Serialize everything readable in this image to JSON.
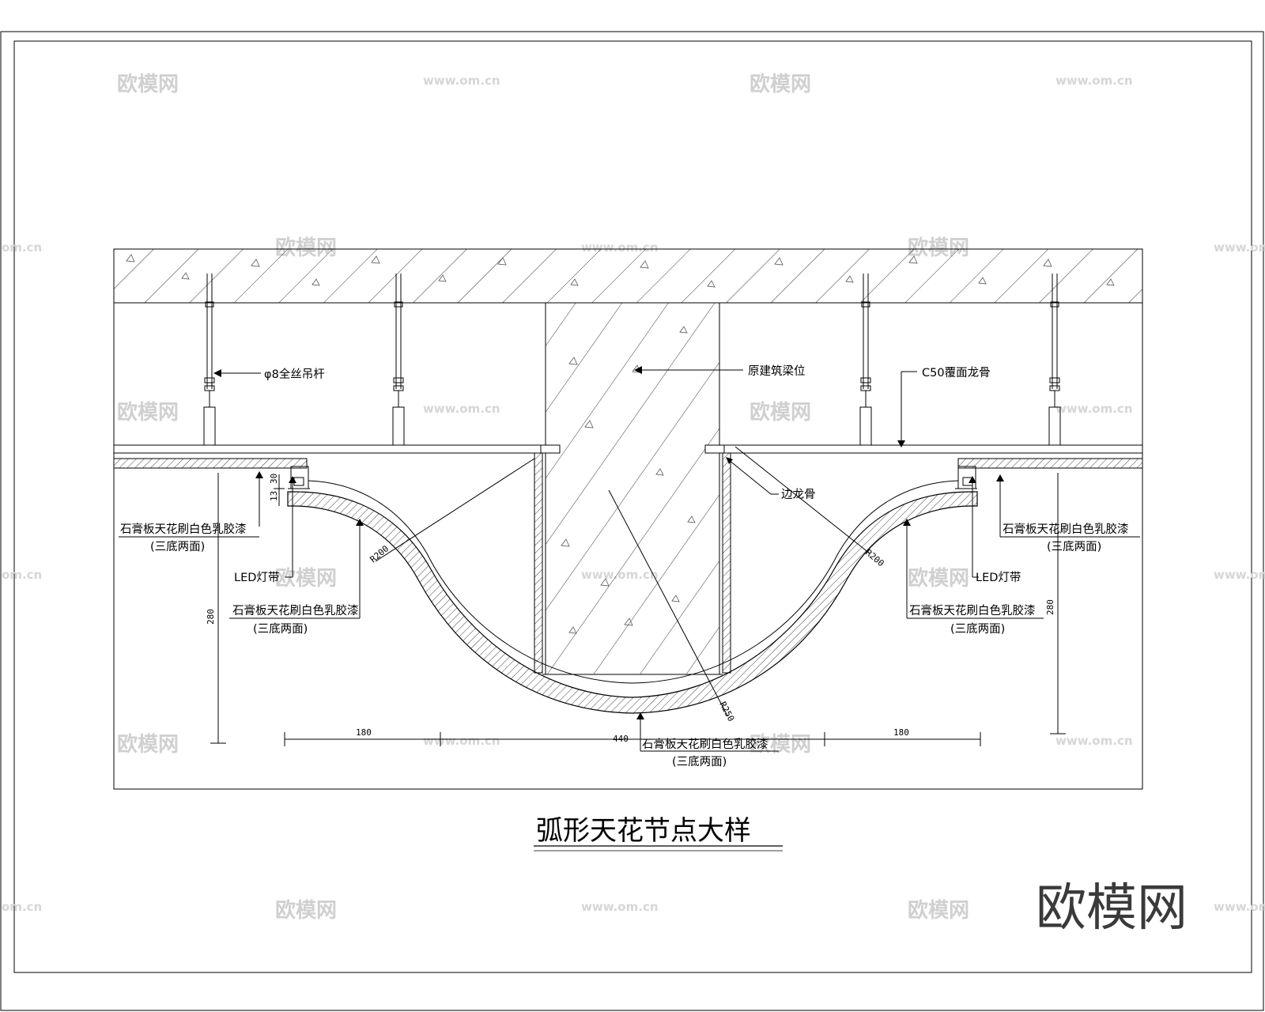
{
  "drawing": {
    "title": "弧形天花节点大样",
    "labels": {
      "rod": "φ8全丝吊杆",
      "beam": "原建筑梁位",
      "keel": "C50覆面龙骨",
      "edge_keel": "边龙骨",
      "left_top_board": "石膏板天花刷白色乳胶漆",
      "left_top_board_note": "(三底两面)",
      "left_led": "LED灯带",
      "left_curve_board": "石膏板天花刷白色乳胶漆",
      "left_curve_board_note": "(三底两面)",
      "right_top_board": "石膏板天花刷白色乳胶漆",
      "right_top_board_note": "(三底两面)",
      "right_led": "LED灯带",
      "right_curve_board": "石膏板天花刷白色乳胶漆",
      "right_curve_board_note": "(三底两面)",
      "bottom_board": "石膏板天花刷白色乳胶漆",
      "bottom_board_note": "(三底两面)"
    },
    "dimensions": {
      "d_left": "180",
      "d_mid": "440",
      "d_right": "180",
      "h_left": "280",
      "h_right": "280",
      "led_h1": "30",
      "led_h2": "13",
      "r_left": "R200",
      "r_right": "R200",
      "r_bottom": "R250"
    }
  },
  "watermark": {
    "brand": "欧模网",
    "url": "www.om.cn",
    "url_short": "om.cn"
  }
}
